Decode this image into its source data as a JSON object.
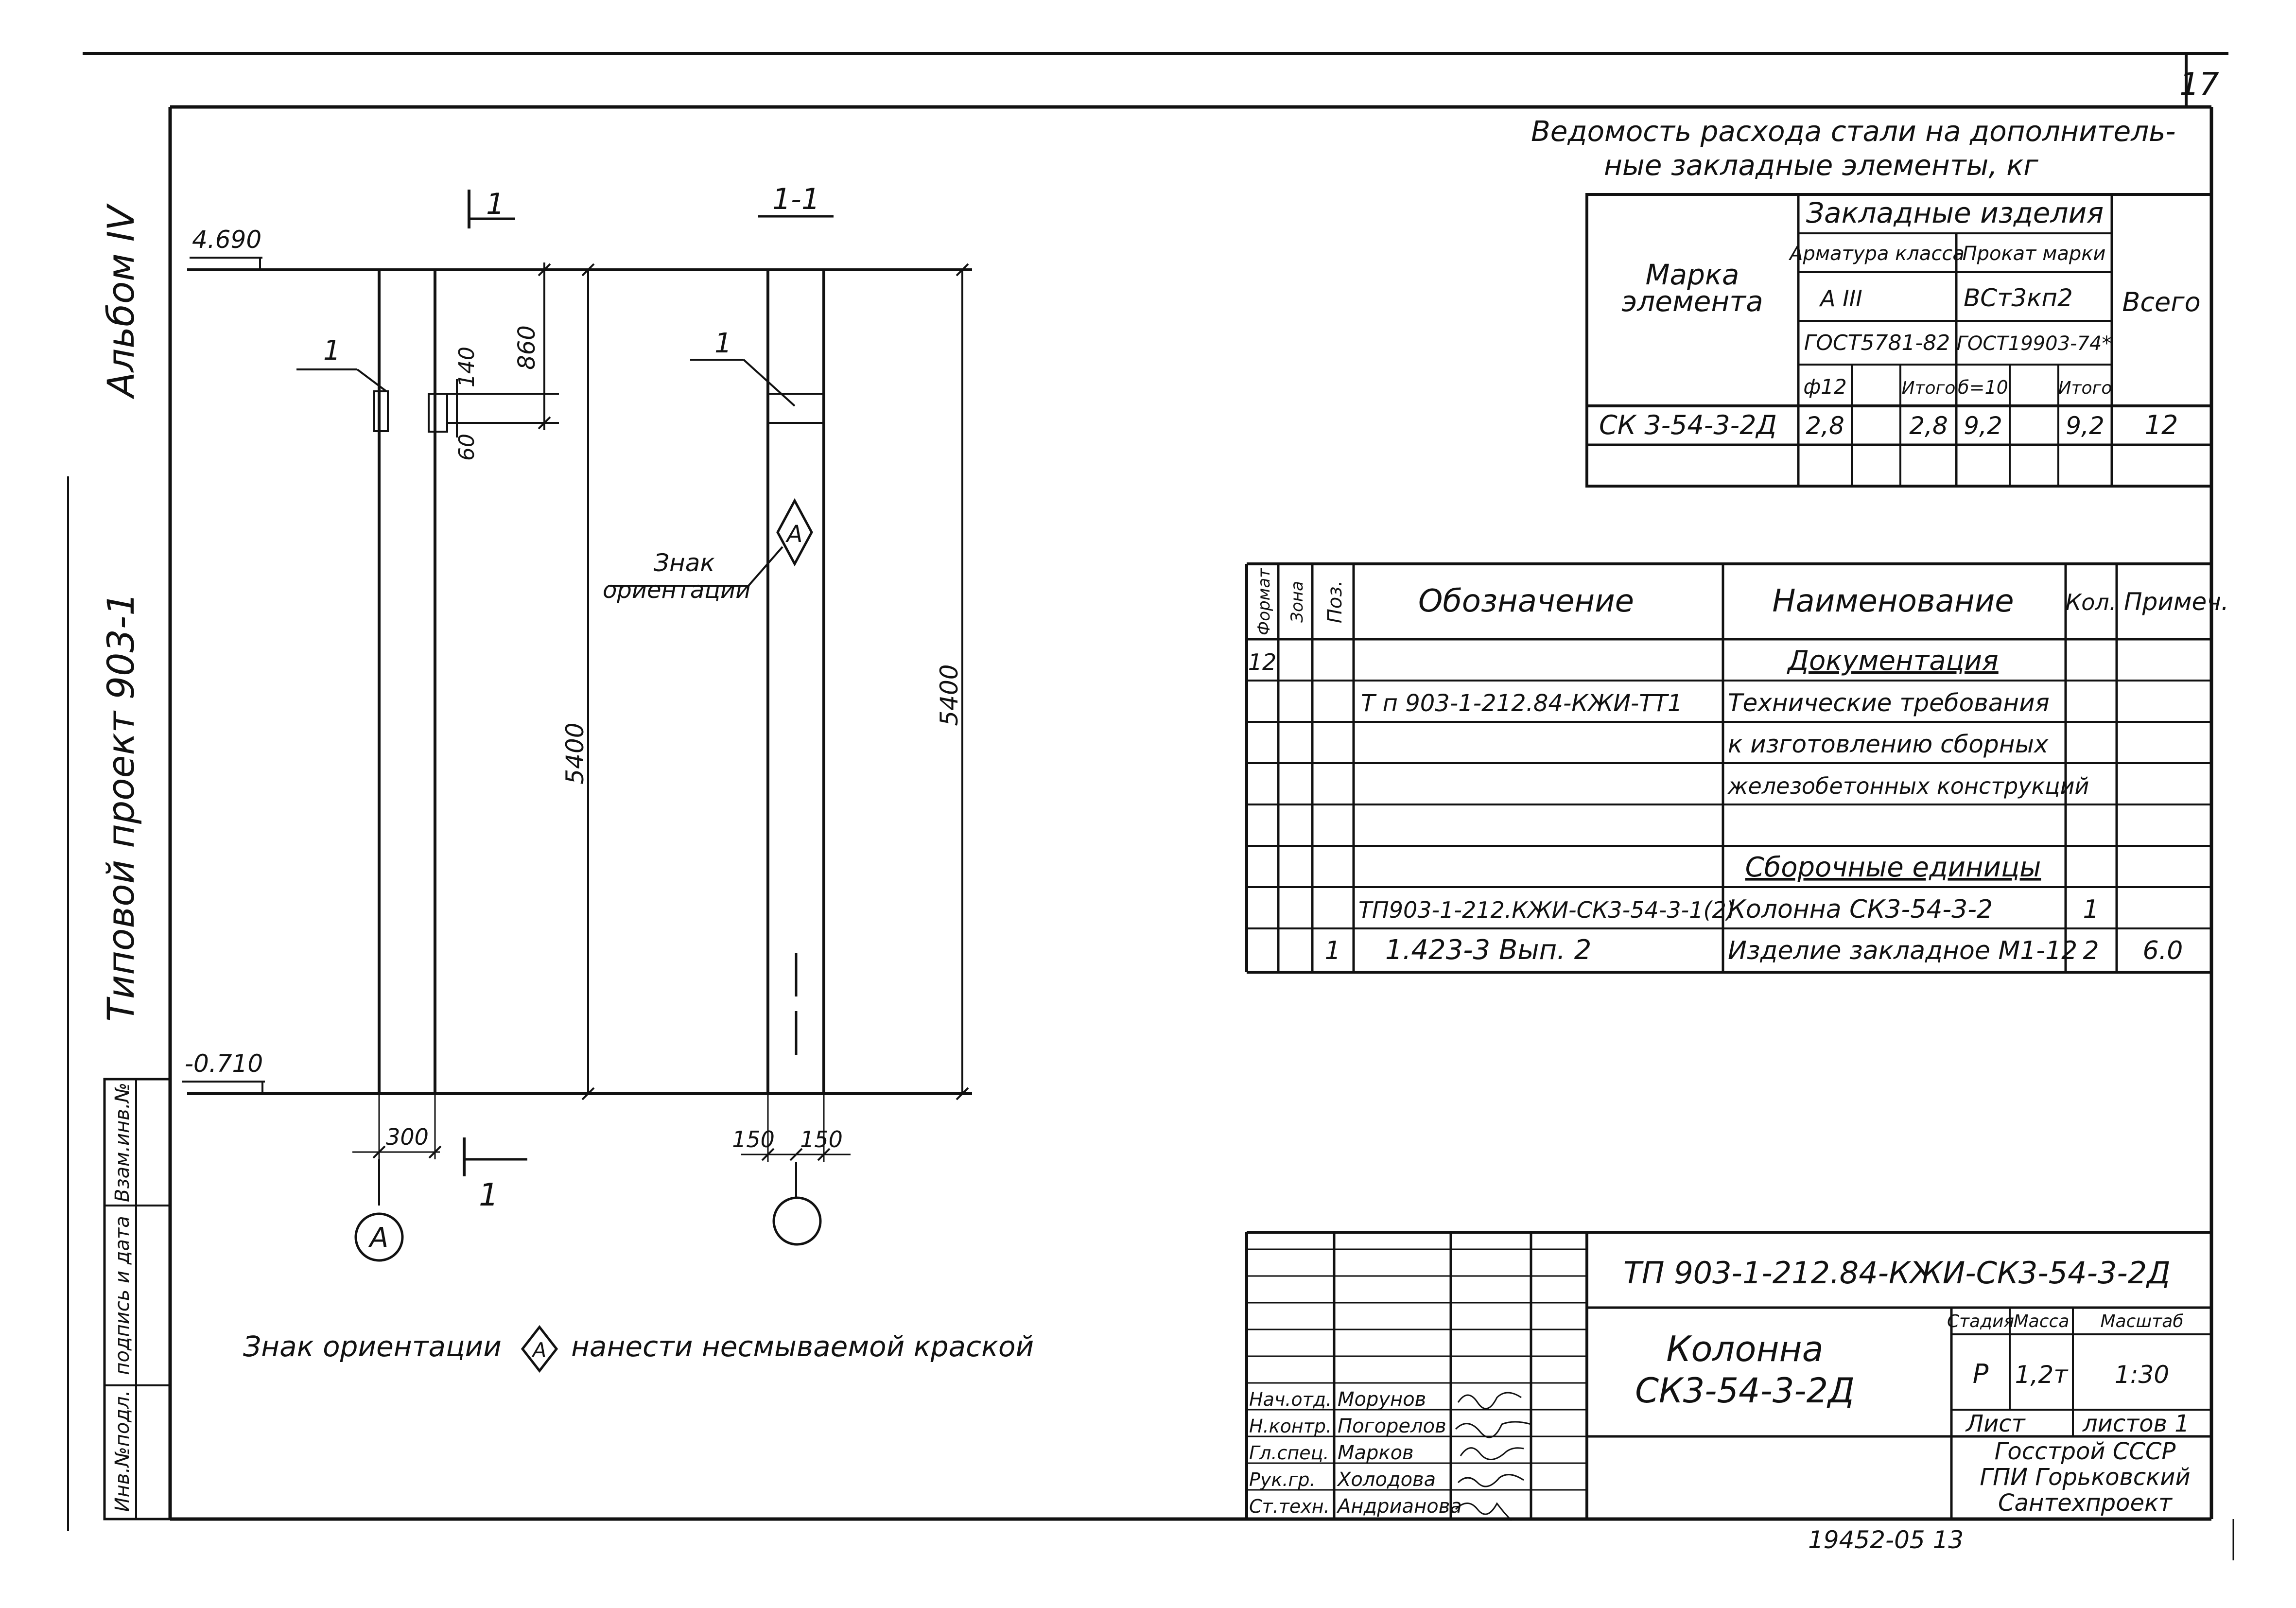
{
  "sheet": {
    "page_number": "17",
    "album": "Альбом IV",
    "project": "Типовой проект 903-1",
    "side_stamp": [
      "Инв.№подл.",
      "подпись и дата",
      "Взам.инв.№"
    ],
    "archive_number": "19452-05 13"
  },
  "drawing": {
    "elev_top": "4.690",
    "elev_bottom": "-0.710",
    "section_mark": "1",
    "section_title": "1-1",
    "dim_860": "860",
    "dim_140": "140",
    "dim_60": "60",
    "dim_5400_left": "5400",
    "dim_5400_right": "5400",
    "dim_300": "300",
    "dim_150_left": "150",
    "dim_150_right": "150",
    "callout_1": "1",
    "orientation_label_1": "Знак",
    "orientation_label_2": "ориентации",
    "orientation_symbol": "А",
    "axis_label": "А",
    "note_part1": "Знак ориентации",
    "note_part2": "нанести несмываемой краской"
  },
  "steel_table": {
    "title_line1": "Ведомость расхода стали на дополнитель-",
    "title_line2": "ные закладные элементы, кг",
    "col_mark_1": "Марка",
    "col_mark_2": "элемента",
    "group": "Закладные изделия",
    "sub_rebar": "Арматура класса",
    "sub_rolled": "Прокат марки",
    "rebar_class": "А III",
    "rolled_grade": "ВСт3кп2",
    "rebar_gost": "ГОСТ5781-82",
    "rolled_gost": "ГОСТ19903-74*",
    "col_d12": "ф12",
    "col_sum1": "Итого",
    "col_d10": "б=10",
    "col_sum2": "Итого",
    "col_total": "Всего",
    "row_mark": "СК 3-54-3-2Д",
    "row_d12": "2,8",
    "row_sum1": "2,8",
    "row_d10": "9,2",
    "row_sum2": "9,2",
    "row_total": "12"
  },
  "spec_table": {
    "h_format": "Формат",
    "h_zone": "Зона",
    "h_pos": "Поз.",
    "h_designation": "Обозначение",
    "h_name": "Наименование",
    "h_qty": "Кол.",
    "h_note": "Примеч.",
    "rows": [
      {
        "format": "12",
        "pos": "",
        "designation": "",
        "name": "Документация",
        "qty": "",
        "note": ""
      },
      {
        "format": "",
        "pos": "",
        "designation": "Т п 903-1-212.84-КЖИ-ТТ1",
        "name": "Технические требования",
        "qty": "",
        "note": ""
      },
      {
        "format": "",
        "pos": "",
        "designation": "",
        "name": "к изготовлению сборных",
        "qty": "",
        "note": ""
      },
      {
        "format": "",
        "pos": "",
        "designation": "",
        "name": "железобетонных конструкций",
        "qty": "",
        "note": ""
      },
      {
        "format": "",
        "pos": "",
        "designation": "",
        "name": "",
        "qty": "",
        "note": ""
      },
      {
        "format": "",
        "pos": "",
        "designation": "",
        "name": "Сборочные единицы",
        "qty": "",
        "note": ""
      },
      {
        "format": "",
        "pos": "",
        "designation": "ТП903-1-212.КЖИ-СК3-54-3-1(2)",
        "name": "Колонна СК3-54-3-2",
        "qty": "1",
        "note": ""
      },
      {
        "format": "",
        "pos": "1",
        "designation": "1.423-3 Вып. 2",
        "name": "Изделие закладное М1-12",
        "qty": "2",
        "note": "6.0"
      }
    ]
  },
  "title_block": {
    "code": "ТП 903-1-212.84-КЖИ-СК3-54-3-2Д",
    "name_line1": "Колонна",
    "name_line2": "СК3-54-3-2Д",
    "h_stage": "Стадия",
    "h_mass": "Масса",
    "h_scale": "Масштаб",
    "stage": "Р",
    "mass": "1,2т",
    "scale": "1:30",
    "sheet": "Лист",
    "sheets": "листов 1",
    "org_line1": "Госстрой СССР",
    "org_line2": "ГПИ Горьковский",
    "org_line3": "Сантехпроект",
    "staff": [
      {
        "role": "Нач.отд.",
        "name": "Морунов"
      },
      {
        "role": "Н.контр.",
        "name": "Погорелов"
      },
      {
        "role": "Гл.спец.",
        "name": "Марков"
      },
      {
        "role": "Рук.гр.",
        "name": "Холодова"
      },
      {
        "role": "Ст.техн.",
        "name": "Андрианова"
      }
    ]
  }
}
